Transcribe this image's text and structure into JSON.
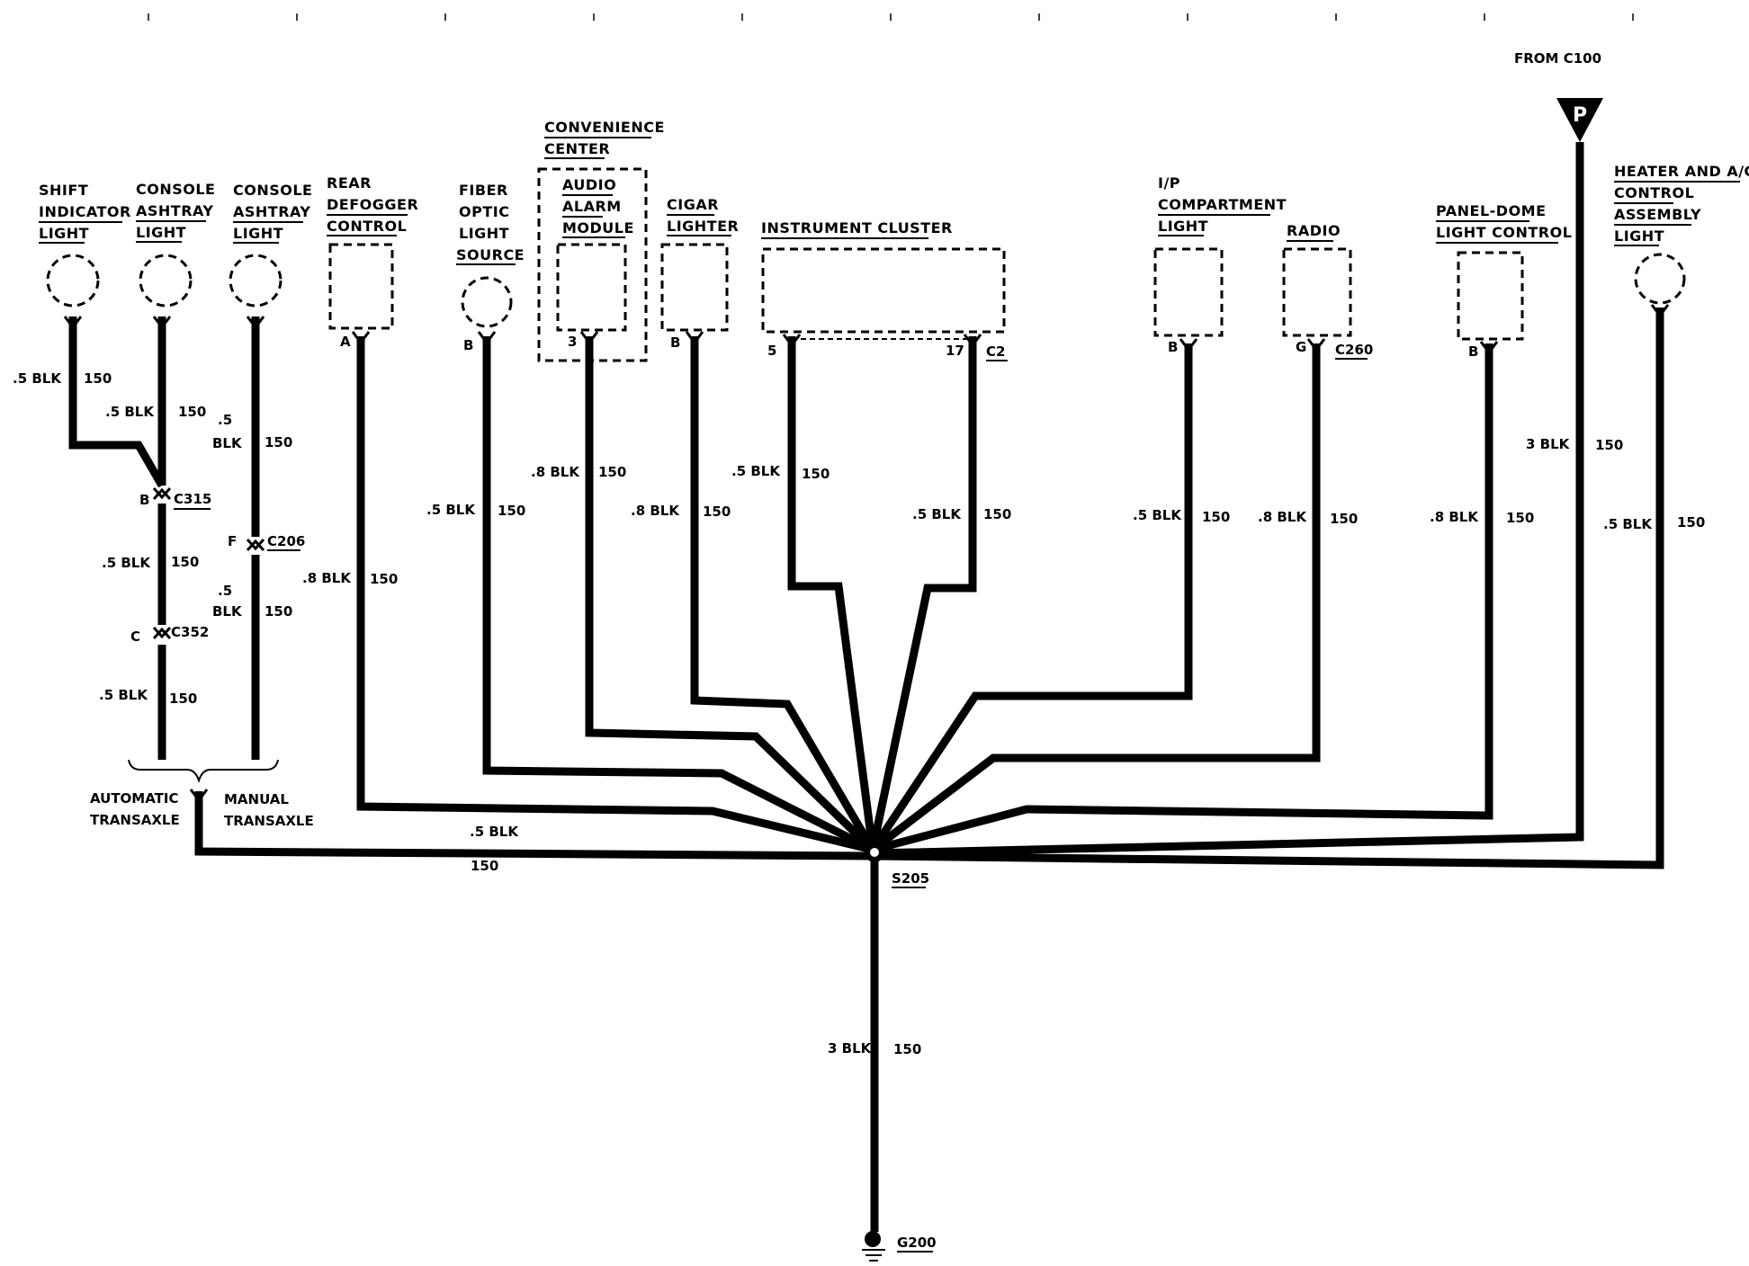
{
  "components": {
    "shift_indicator": [
      "SHIFT",
      "INDICATOR",
      "LIGHT"
    ],
    "console_ashtray_1": [
      "CONSOLE",
      "ASHTRAY",
      "LIGHT"
    ],
    "console_ashtray_2": [
      "CONSOLE",
      "ASHTRAY",
      "LIGHT"
    ],
    "rear_defogger": [
      "REAR",
      "DEFOGGER",
      "CONTROL"
    ],
    "fiber_optic": [
      "FIBER",
      "OPTIC",
      "LIGHT",
      "SOURCE"
    ],
    "convenience_center": [
      "CONVENIENCE",
      "CENTER"
    ],
    "audio_alarm": [
      "AUDIO",
      "ALARM",
      "MODULE"
    ],
    "cigar_lighter": [
      "CIGAR",
      "LIGHTER"
    ],
    "instrument_cluster": "INSTRUMENT CLUSTER",
    "ip_compartment": [
      "I/P",
      "COMPARTMENT",
      "LIGHT"
    ],
    "radio": "RADIO",
    "panel_dome": [
      "PANEL-DOME",
      "LIGHT CONTROL"
    ],
    "heater_ac": [
      "HEATER AND A/C",
      "CONTROL",
      "ASSEMBLY",
      "LIGHT"
    ],
    "from_c100": "FROM C100",
    "p_symbol": "P"
  },
  "pins": {
    "rear_defogger": "A",
    "fiber_optic": "B",
    "audio_alarm": "3",
    "cigar_lighter": "B",
    "cluster_left": "5",
    "cluster_right": "17",
    "cluster_connector": "C2",
    "ip_compartment": "B",
    "radio": "G",
    "radio_connector": "C260",
    "panel_dome": "B"
  },
  "connectors": {
    "c315_pin": "B",
    "c315": "C315",
    "c352_pin": "C",
    "c352": "C352",
    "c206_pin": "F",
    "c206": "C206"
  },
  "wires": {
    "shift_a": ".5 BLK",
    "shift_a_circ": "150",
    "ash1_a": ".5 BLK",
    "ash1_a_circ": "150",
    "ash1_b": ".5 BLK",
    "ash1_b_circ": "150",
    "ash1_c": ".5 BLK",
    "ash1_c_circ": "150",
    "ash2_a_size": ".5",
    "ash2_a_color": "BLK",
    "ash2_a_circ": "150",
    "ash2_b_size": ".5",
    "ash2_b_color": "BLK",
    "ash2_b_circ": "150",
    "rear_def": ".8 BLK",
    "rear_def_circ": "150",
    "fiber": ".5 BLK",
    "fiber_circ": "150",
    "audio": ".8 BLK",
    "audio_circ": "150",
    "cigar": ".8 BLK",
    "cigar_circ": "150",
    "cluster_left": ".5 BLK",
    "cluster_left_circ": "150",
    "cluster_right": ".5 BLK",
    "cluster_right_circ": "150",
    "ip_comp": ".5 BLK",
    "ip_comp_circ": "150",
    "radio": ".8 BLK",
    "radio_circ": "150",
    "panel_dome": ".8 BLK",
    "panel_dome_circ": "150",
    "from_c100": "3 BLK",
    "from_c100_circ": "150",
    "heater": ".5 BLK",
    "heater_circ": "150",
    "bottom_left": ".5 BLK",
    "bottom_left_circ": "150",
    "ground": "3 BLK",
    "ground_circ": "150"
  },
  "transaxle": {
    "automatic": [
      "AUTOMATIC",
      "TRANSAXLE"
    ],
    "manual": [
      "MANUAL",
      "TRANSAXLE"
    ]
  },
  "splice": "S205",
  "ground": "G200"
}
